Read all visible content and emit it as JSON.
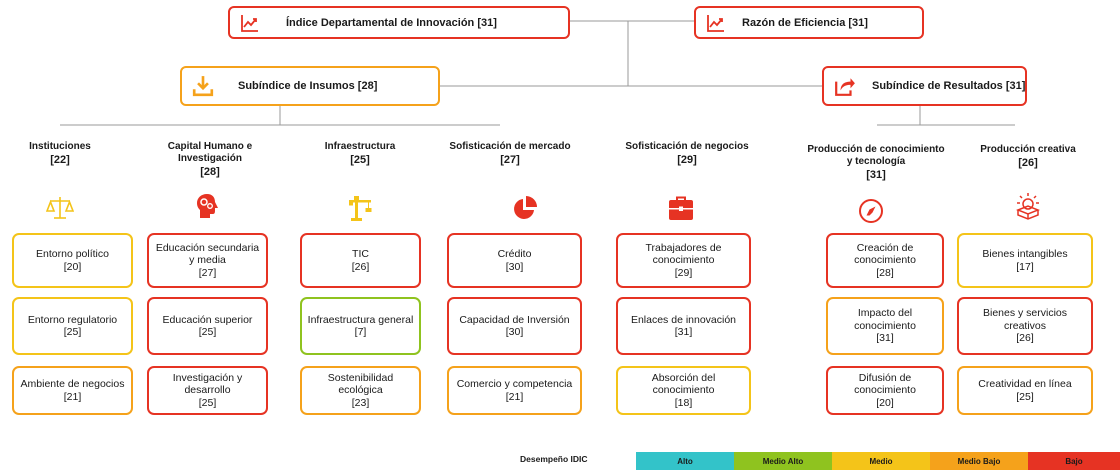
{
  "top": {
    "indice": "Índice Departamental de Innovación [31]",
    "razon": "Razón de Eficiencia [31]",
    "insumos": "Subíndice de Insumos [28]",
    "resultados": "Subíndice de Resultados [31]"
  },
  "columns": [
    {
      "title": "Instituciones",
      "value": "[22]",
      "icon": "scale-icon",
      "cards": [
        {
          "label": "Entorno político",
          "value": "[20]",
          "level": "Medio"
        },
        {
          "label": "Entorno regulatorio",
          "value": "[25]",
          "level": "Medio"
        },
        {
          "label": "Ambiente de negocios",
          "value": "[21]",
          "level": "Medio Bajo"
        }
      ]
    },
    {
      "title": "Capital Humano e Investigación",
      "value": "[28]",
      "icon": "head-gears-icon",
      "cards": [
        {
          "label": "Educación secundaria y media",
          "value": "[27]",
          "level": "Bajo"
        },
        {
          "label": "Educación superior",
          "value": "[25]",
          "level": "Bajo"
        },
        {
          "label": "Investigación y desarrollo",
          "value": "[25]",
          "level": "Bajo"
        }
      ]
    },
    {
      "title": "Infraestructura",
      "value": "[25]",
      "icon": "crane-icon",
      "cards": [
        {
          "label": "TIC",
          "value": "[26]",
          "level": "Bajo"
        },
        {
          "label": "Infraestructura general",
          "value": "[7]",
          "level": "Medio Alto"
        },
        {
          "label": "Sostenibilidad ecológica",
          "value": "[23]",
          "level": "Medio Bajo"
        }
      ]
    },
    {
      "title": "Sofisticación de mercado",
      "value": "[27]",
      "icon": "pie-chart-icon",
      "cards": [
        {
          "label": "Crédito",
          "value": "[30]",
          "level": "Bajo"
        },
        {
          "label": "Capacidad de Inversión",
          "value": "[30]",
          "level": "Bajo"
        },
        {
          "label": "Comercio y competencia",
          "value": "[21]",
          "level": "Medio Bajo"
        }
      ]
    },
    {
      "title": "Sofisticación de negocios",
      "value": "[29]",
      "icon": "briefcase-icon",
      "cards": [
        {
          "label": "Trabajadores de conocimiento",
          "value": "[29]",
          "level": "Bajo"
        },
        {
          "label": "Enlaces de innovación",
          "value": "[31]",
          "level": "Bajo"
        },
        {
          "label": "Absorción del conocimiento",
          "value": "[18]",
          "level": "Medio"
        }
      ]
    },
    {
      "title": "Producción de conocimiento y tecnología",
      "value": "[31]",
      "icon": "compass-icon",
      "cards": [
        {
          "label": "Creación de conocimiento",
          "value": "[28]",
          "level": "Bajo"
        },
        {
          "label": "Impacto del conocimiento",
          "value": "[31]",
          "level": "Medio Bajo"
        },
        {
          "label": "Difusión de conocimiento",
          "value": "[20]",
          "level": "Bajo"
        }
      ]
    },
    {
      "title": "Producción creativa",
      "value": "[26]",
      "icon": "lightbulb-icon",
      "cards": [
        {
          "label": "Bienes intangibles",
          "value": "[17]",
          "level": "Medio"
        },
        {
          "label": "Bienes y servicios creativos",
          "value": "[26]",
          "level": "Bajo"
        },
        {
          "label": "Creatividad en línea",
          "value": "[25]",
          "level": "Medio Bajo"
        }
      ]
    }
  ],
  "legend": {
    "title": "Desempeño IDIC",
    "items": [
      {
        "label": "Alto",
        "color": "#33c3c9"
      },
      {
        "label": "Medio Alto",
        "color": "#8fc31f"
      },
      {
        "label": "Medio",
        "color": "#f4c419"
      },
      {
        "label": "Medio Bajo",
        "color": "#f5a21b"
      },
      {
        "label": "Bajo",
        "color": "#e63323"
      }
    ]
  },
  "colors": {
    "accent": "#e63323",
    "insumos": "#f5a21b",
    "icon_yellow": "#f4c419",
    "icon_orange": "#f5a21b"
  }
}
